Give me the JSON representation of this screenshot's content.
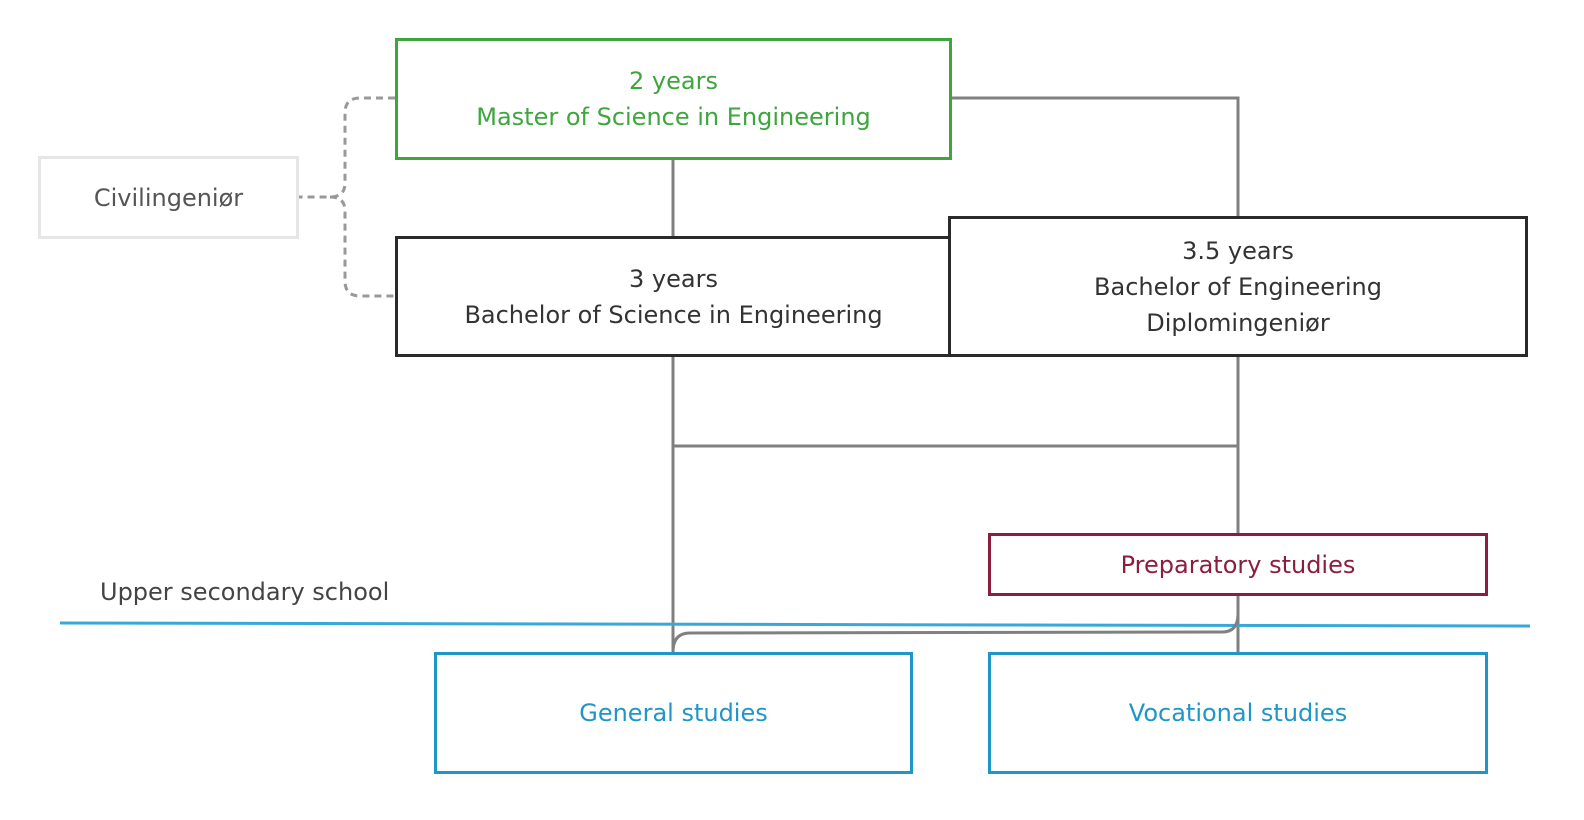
{
  "diagram": {
    "civilingenior": {
      "label": "Civilingeniør"
    },
    "master": {
      "duration": "2 years",
      "title": "Master of Science in Engineering"
    },
    "bachelor_science": {
      "duration": "3 years",
      "title": "Bachelor of Science in Engineering"
    },
    "bachelor_engineering": {
      "duration": "3.5 years",
      "title": "Bachelor of Engineering",
      "subtitle": "Diplomingeniør"
    },
    "preparatory": {
      "label": "Preparatory studies"
    },
    "upper_secondary": {
      "label": "Upper secondary school"
    },
    "general": {
      "label": "General studies"
    },
    "vocational": {
      "label": "Vocational studies"
    }
  },
  "colors": {
    "master": "#3da63d",
    "bachelor": "#2a2a2a",
    "civilingenior_border": "#e6e6e6",
    "preparatory": "#8b1d3f",
    "upper_secondary": "#1f96c8",
    "connector": "#808080",
    "dashed": "#999999"
  }
}
